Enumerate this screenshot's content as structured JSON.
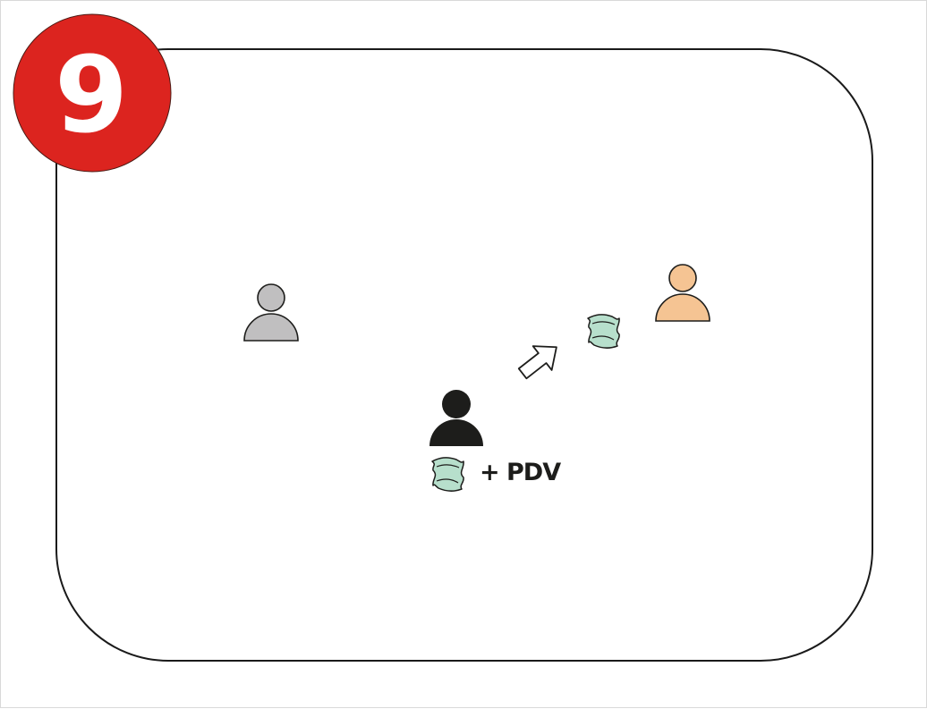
{
  "step_badge": {
    "number": "9",
    "color": "#dc241f",
    "text_color": "#ffffff"
  },
  "panel": {
    "border_color": "#1a1a1a"
  },
  "people": [
    {
      "name": "person-gray-icon",
      "color": "#c0bfc0",
      "role": "other party"
    },
    {
      "name": "person-black-icon",
      "color": "#1d1d1b",
      "role": "payer"
    },
    {
      "name": "person-orange-icon",
      "color": "#f5c493",
      "role": "receiver"
    }
  ],
  "money_icon": "banknote-icon",
  "money_color": "#b7dfcc",
  "arrow_icon": "arrow-up-right-icon",
  "payment_label": "+ PDV"
}
